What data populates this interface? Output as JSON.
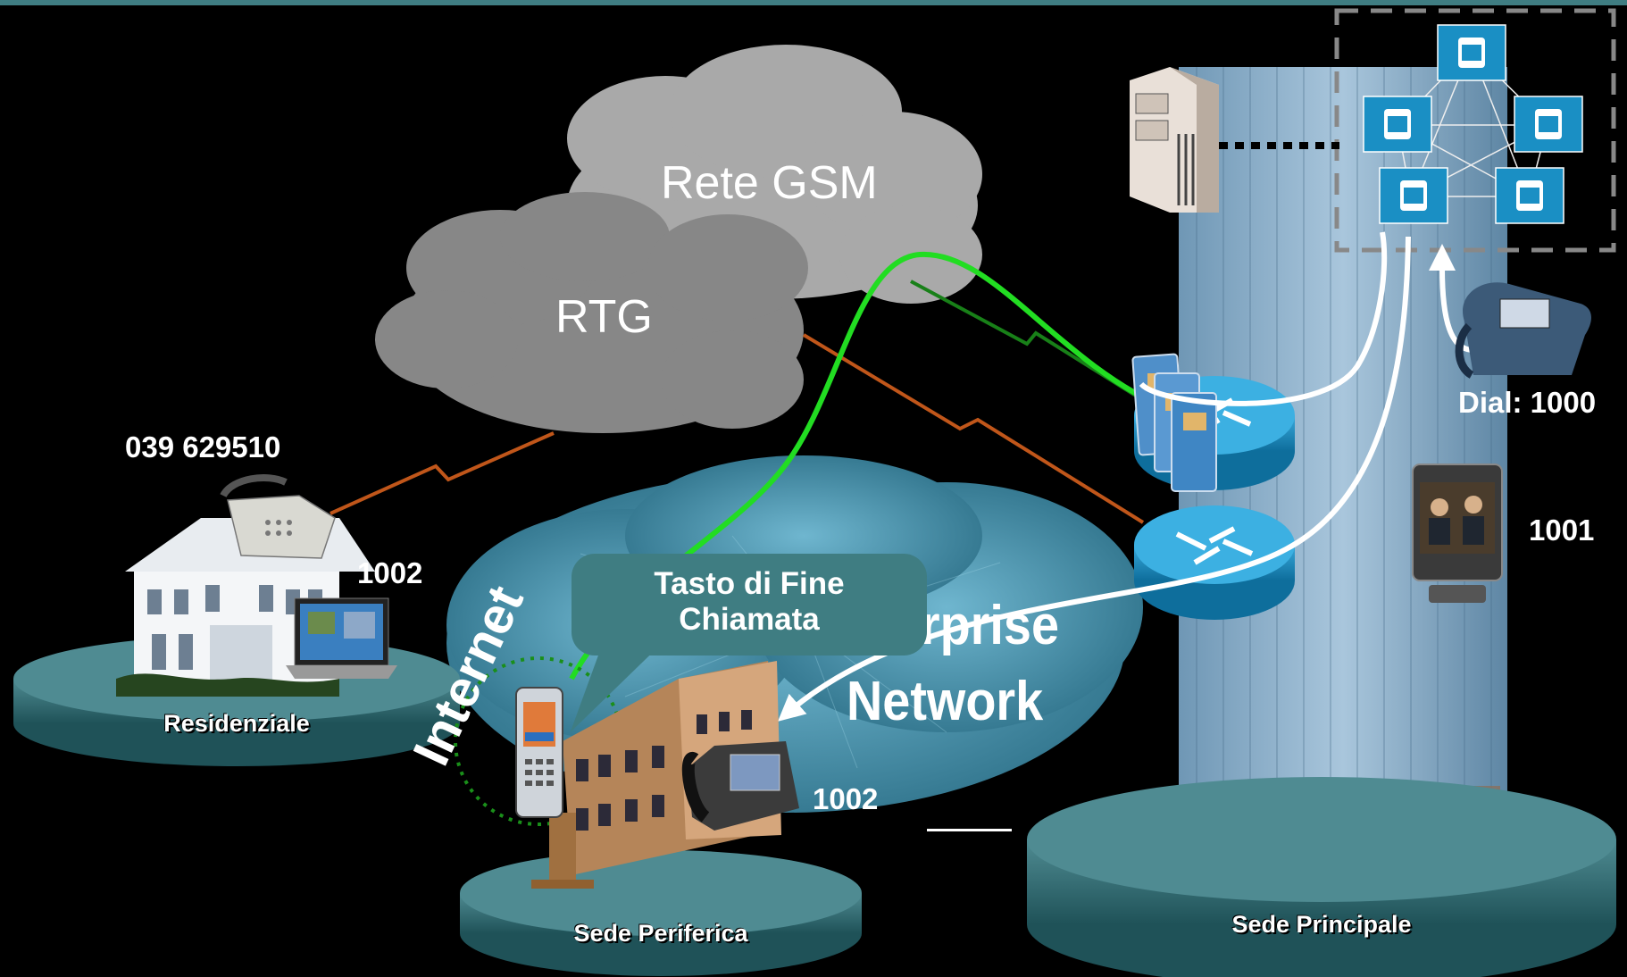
{
  "clouds": {
    "gsm": "Rete GSM",
    "rtg": "RTG",
    "internet": "Internet",
    "enterprise_line1": "Enterprise",
    "enterprise_line2": "Network"
  },
  "callout": {
    "line1": "Tasto di Fine",
    "line2": "Chiamata"
  },
  "sites": {
    "residential": "Residenziale",
    "branch": "Sede Periferica",
    "hq": "Sede Principale"
  },
  "numbers": {
    "residential_landline": "039 629510",
    "residential_pc": "1002",
    "branch_phone": "1002",
    "hq_video": "1001",
    "hq_dial": "Dial: 1000"
  },
  "colors": {
    "background": "#000000",
    "top_bar": "#3f7d82",
    "platform": "#3e7a80",
    "gsm_path": "#22dd22",
    "pstn_bolt": "#c0561a",
    "callout": "#3f7d82",
    "router": "#1a8fc4",
    "cluster_frame": "#888888"
  },
  "icons": [
    "server-icon",
    "call-manager-icon",
    "router-icon",
    "sim-card-icon",
    "ip-phone-icon",
    "video-phone-icon",
    "mobile-phone-icon",
    "desk-phone-icon",
    "laptop-icon",
    "house-icon",
    "office-building-icon",
    "tower-building-icon"
  ]
}
